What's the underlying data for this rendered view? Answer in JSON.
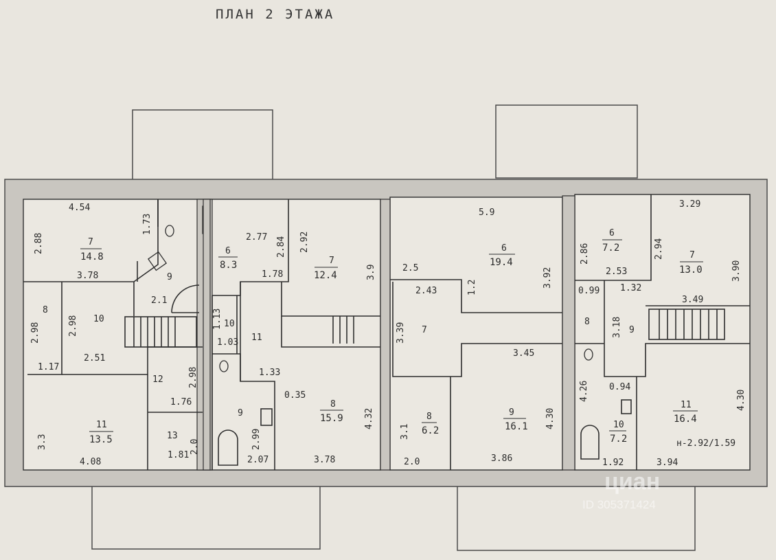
{
  "title": "ПЛАН 2 ЭТАЖА",
  "watermark": {
    "brand": "циан",
    "id": "ID 305371424"
  },
  "left_unit": {
    "room7": {
      "num": "7",
      "area": "14.8",
      "width": "4.54",
      "depth": "2.88",
      "wc": "1.73"
    },
    "room8": {
      "num": "8",
      "depth": "2.98",
      "width": "3.78"
    },
    "room9": {
      "num": "9",
      "door": "2.1"
    },
    "room10": {
      "num": "10",
      "depth": "2.98",
      "width": "2.51"
    },
    "room11": {
      "num": "11",
      "area": "13.5",
      "width": "4.08",
      "depth": "3.3",
      "corner": "1.17"
    },
    "room12": {
      "num": "12",
      "depth": "2.98",
      "width": "1.76"
    },
    "room13": {
      "num": "13",
      "width": "1.81",
      "depth": "2.0"
    }
  },
  "middle_left_unit": {
    "room6": {
      "num": "6",
      "area": "8.3",
      "width": "2.77",
      "depth": "2.84"
    },
    "room7": {
      "num": "7",
      "area": "12.4",
      "depth": "2.92",
      "side": "3.9"
    },
    "room10": {
      "num": "10",
      "depth": "1.13",
      "width": "1.03"
    },
    "room11": {
      "num": "11",
      "top": "1.78",
      "bottom": "1.33"
    },
    "room9": {
      "num": "9",
      "depth": "2.99",
      "width": "2.07"
    },
    "room8": {
      "num": "8",
      "area": "15.9",
      "gap": "0.35",
      "depth": "4.32",
      "width": "3.78"
    }
  },
  "middle_right_unit": {
    "room6": {
      "num": "6",
      "area": "19.4",
      "width": "5.9",
      "depth": "3.92",
      "left": "2.5"
    },
    "room7": {
      "num": "7",
      "width": "2.43",
      "depth": "3.39",
      "passage": "1.2"
    },
    "room8": {
      "num": "8",
      "area": "6.2",
      "depth": "3.1",
      "width": "2.0"
    },
    "room9": {
      "num": "9",
      "area": "16.1",
      "top": "3.45",
      "depth": "4.30",
      "width": "3.86"
    }
  },
  "right_unit": {
    "room6": {
      "num": "6",
      "area": "7.2",
      "depth": "2.86",
      "width": "2.53"
    },
    "room7": {
      "num": "7",
      "area": "13.0",
      "width": "3.29",
      "depth": "2.94",
      "side": "3.90",
      "bottom": "3.49"
    },
    "room8": {
      "num": "8",
      "width": "0.99"
    },
    "room9": {
      "num": "9",
      "top": "1.32",
      "depth": "3.18",
      "bottom": "0.94"
    },
    "room10": {
      "num": "10",
      "area": "7.2",
      "width": "1.92",
      "depth": "4.26"
    },
    "room11": {
      "num": "11",
      "area": "16.4",
      "depth": "4.30",
      "width": "3.94",
      "note": "н-2.92/1.59"
    }
  }
}
